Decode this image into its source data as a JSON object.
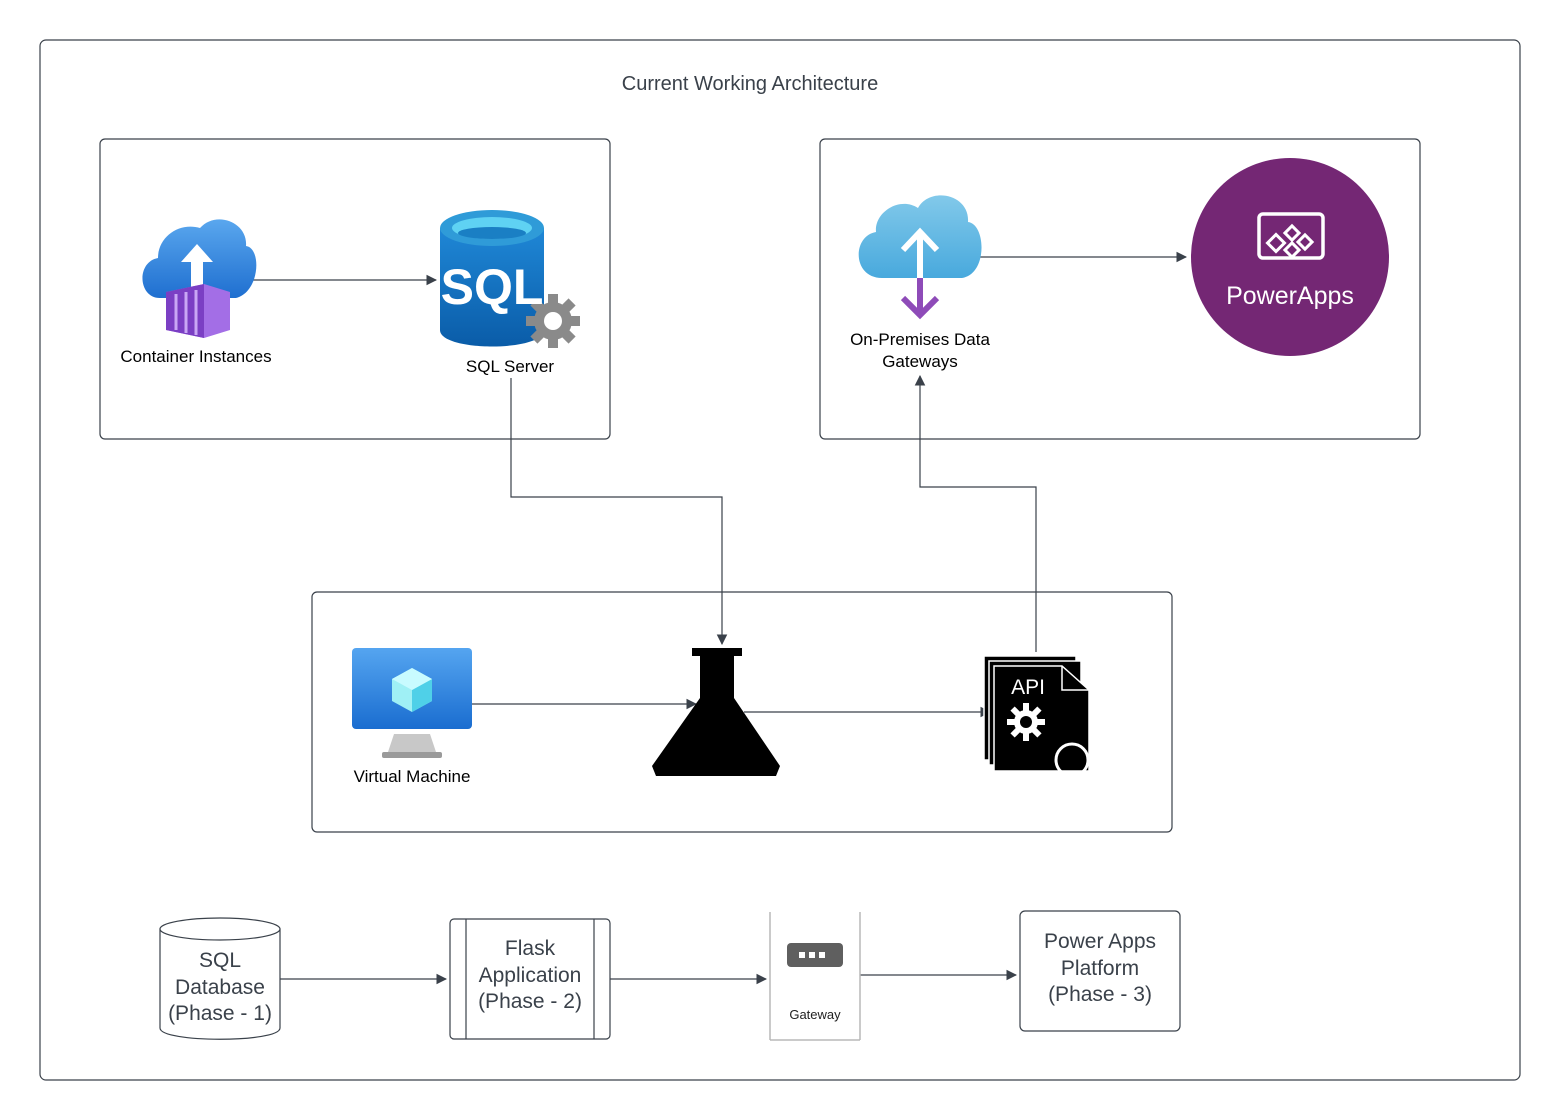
{
  "diagram": {
    "title": "Current Working Architecture",
    "nodes": {
      "container_instances": {
        "label": "Container Instances",
        "icon": "container-instances-icon"
      },
      "sql_server": {
        "label": "SQL Server",
        "icon": "sql-server-icon",
        "icon_text": "SQL"
      },
      "data_gateway": {
        "label_line1": "On-Premises Data",
        "label_line2": "Gateways",
        "icon": "cloud-gateway-icon"
      },
      "powerapps": {
        "label": "PowerApps",
        "icon": "powerapps-icon"
      },
      "virtual_machine": {
        "label": "Virtual Machine",
        "icon": "virtual-machine-icon"
      },
      "flask": {
        "icon": "flask-icon"
      },
      "api": {
        "icon": "api-icon",
        "icon_text": "API"
      }
    },
    "legend": {
      "sql_database": [
        "SQL",
        "Database",
        "(Phase - 1)"
      ],
      "flask_application": [
        "Flask",
        "Application",
        "(Phase - 2)"
      ],
      "gateway": "Gateway",
      "power_apps_platform": [
        "Power Apps",
        "Platform",
        "(Phase - 3)"
      ]
    },
    "edges": [
      {
        "from": "Container Instances",
        "to": "SQL Server"
      },
      {
        "from": "SQL Server",
        "to": "Flask"
      },
      {
        "from": "Virtual Machine",
        "to": "Flask"
      },
      {
        "from": "Flask",
        "to": "API"
      },
      {
        "from": "API",
        "to": "On-Premises Data Gateways"
      },
      {
        "from": "On-Premises Data Gateways",
        "to": "PowerApps"
      },
      {
        "from": "SQL Database (Phase - 1)",
        "to": "Flask Application (Phase - 2)"
      },
      {
        "from": "Flask Application (Phase - 2)",
        "to": "Gateway"
      },
      {
        "from": "Gateway",
        "to": "Power Apps Platform (Phase - 3)"
      }
    ],
    "colors": {
      "border": "#3a414a",
      "powerapps_purple": "#742774",
      "azure_blue": "#1e73c8",
      "cloud_blue": "#5bb5e0",
      "container_purple": "#9a5fe0"
    }
  }
}
